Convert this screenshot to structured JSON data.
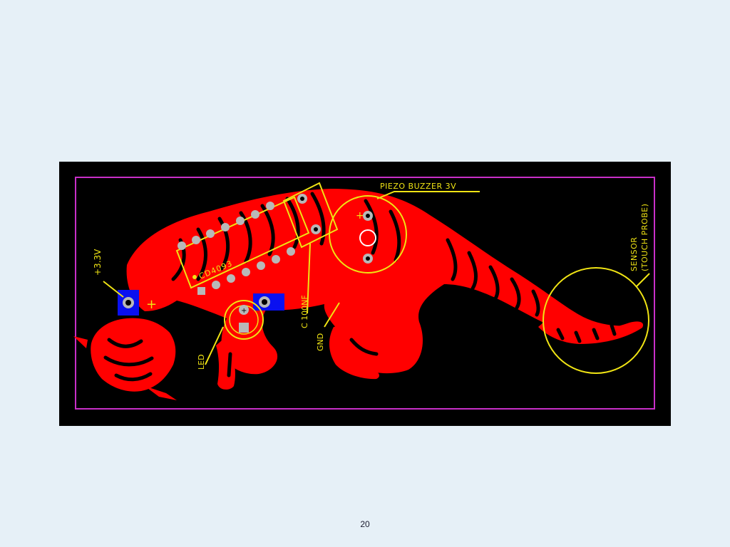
{
  "slide": {
    "page_number": "20"
  },
  "pcb": {
    "colors": {
      "board": "#000000",
      "outline": "#c82fc8",
      "copper": "#ff0000",
      "silkscreen": "#f0e414",
      "pad_fill": "#b8b8b8",
      "smd_pad": "#0a10f0"
    },
    "labels": {
      "power": "+3.3V",
      "power_plus": "+",
      "ic": "CD4093",
      "led": "LED",
      "led_anode": "+",
      "capacitor": "C 100NF",
      "ground": "GND",
      "buzzer": "PIEZO BUZZER 3V",
      "buzzer_plus": "+",
      "sensor_line1": "SENSOR",
      "sensor_line2": "(TOUCH PROBE)"
    },
    "artwork": "tiger-copper-trace"
  }
}
